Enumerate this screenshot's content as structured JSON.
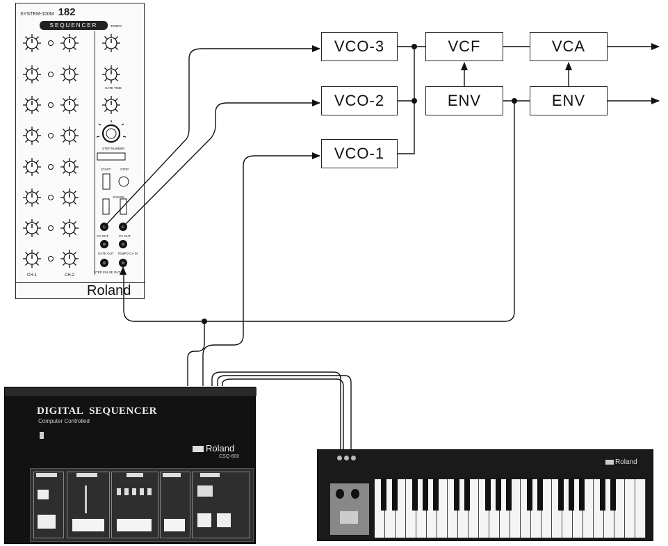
{
  "module_182": {
    "header_prefix": "SYSTEM-100M",
    "model": "182",
    "title": "SEQUENCER",
    "brand": "Roland",
    "ch1_label": "CH-1",
    "ch2_label": "CH-2",
    "knob_labels": {
      "tempo": "TEMPO",
      "gate_time": "GATE TIME",
      "step_number": "STEP NUMBER",
      "start": "START",
      "stop": "STOP",
      "range": "RANGE",
      "cv_out_1": "CV OUT",
      "cv_out_2": "CV OUT",
      "gate_out": "GATE OUT",
      "tempo_cv_in": "TEMPO CV IN",
      "step_pulse_out": "STEP PULSE OUT"
    }
  },
  "blocks": {
    "vco3": "VCO-3",
    "vco2": "VCO-2",
    "vco1": "VCO-1",
    "vcf": "VCF",
    "env1": "ENV",
    "vca": "VCA",
    "env2": "ENV"
  },
  "csq600": {
    "title": "DIGITAL  SEQUENCER",
    "subtitle": "Computer Controlled",
    "brand": "Roland",
    "model": "CSQ-600"
  },
  "keyboard": {
    "brand": "Roland"
  }
}
